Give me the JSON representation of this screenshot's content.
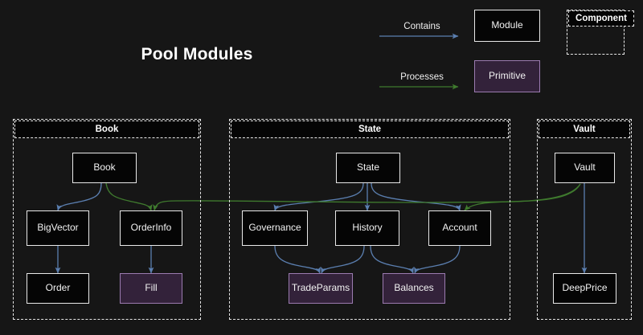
{
  "diagram": {
    "title": "Pool Modules",
    "background_color": "#161616",
    "module_border_color": "#e9e9e9",
    "primitive_fill_color": "#33223a",
    "primitive_border_color": "#9b7bb0",
    "contains_edge_color": "#5b7fb0",
    "processes_edge_color": "#3f7a2e"
  },
  "legend": {
    "contains_label": "Contains",
    "processes_label": "Processes",
    "module_label": "Module",
    "primitive_label": "Primitive",
    "component_label": "Component"
  },
  "clusters": [
    {
      "name": "Book",
      "label": "Book"
    },
    {
      "name": "State",
      "label": "State"
    },
    {
      "name": "Vault",
      "label": "Vault"
    }
  ],
  "nodes": {
    "book": {
      "label": "Book",
      "type": "module"
    },
    "bigvector": {
      "label": "BigVector",
      "type": "module"
    },
    "orderinfo": {
      "label": "OrderInfo",
      "type": "module"
    },
    "order": {
      "label": "Order",
      "type": "module"
    },
    "fill": {
      "label": "Fill",
      "type": "primitive"
    },
    "state": {
      "label": "State",
      "type": "module"
    },
    "governance": {
      "label": "Governance",
      "type": "module"
    },
    "history": {
      "label": "History",
      "type": "module"
    },
    "account": {
      "label": "Account",
      "type": "module"
    },
    "tradeparams": {
      "label": "TradeParams",
      "type": "primitive"
    },
    "balances": {
      "label": "Balances",
      "type": "primitive"
    },
    "vault": {
      "label": "Vault",
      "type": "module"
    },
    "deepprice": {
      "label": "DeepPrice",
      "type": "module"
    }
  },
  "edges": [
    {
      "from": "book",
      "to": "bigvector",
      "kind": "Contains"
    },
    {
      "from": "book",
      "to": "orderinfo",
      "kind": "Processes"
    },
    {
      "from": "bigvector",
      "to": "order",
      "kind": "Contains"
    },
    {
      "from": "orderinfo",
      "to": "fill",
      "kind": "Contains"
    },
    {
      "from": "state",
      "to": "governance",
      "kind": "Contains"
    },
    {
      "from": "state",
      "to": "history",
      "kind": "Contains"
    },
    {
      "from": "state",
      "to": "account",
      "kind": "Contains"
    },
    {
      "from": "governance",
      "to": "tradeparams",
      "kind": "Contains"
    },
    {
      "from": "history",
      "to": "tradeparams",
      "kind": "Contains"
    },
    {
      "from": "history",
      "to": "balances",
      "kind": "Contains"
    },
    {
      "from": "account",
      "to": "balances",
      "kind": "Contains"
    },
    {
      "from": "vault",
      "to": "deepprice",
      "kind": "Contains"
    },
    {
      "from": "vault",
      "to": "account",
      "kind": "Processes"
    },
    {
      "from": "vault",
      "to": "orderinfo",
      "kind": "Processes"
    }
  ]
}
